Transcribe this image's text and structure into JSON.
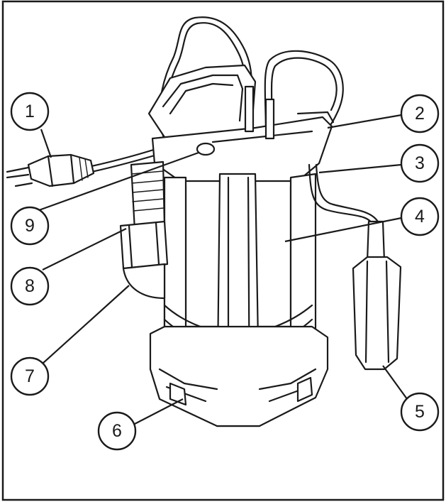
{
  "diagram": {
    "colors": {
      "ink": "#1a1a1a",
      "background": "#ffffff"
    },
    "callouts": [
      {
        "id": "1",
        "label": "1"
      },
      {
        "id": "2",
        "label": "2"
      },
      {
        "id": "3",
        "label": "3"
      },
      {
        "id": "4",
        "label": "4"
      },
      {
        "id": "5",
        "label": "5"
      },
      {
        "id": "6",
        "label": "6"
      },
      {
        "id": "7",
        "label": "7"
      },
      {
        "id": "8",
        "label": "8"
      },
      {
        "id": "9",
        "label": "9"
      }
    ]
  }
}
